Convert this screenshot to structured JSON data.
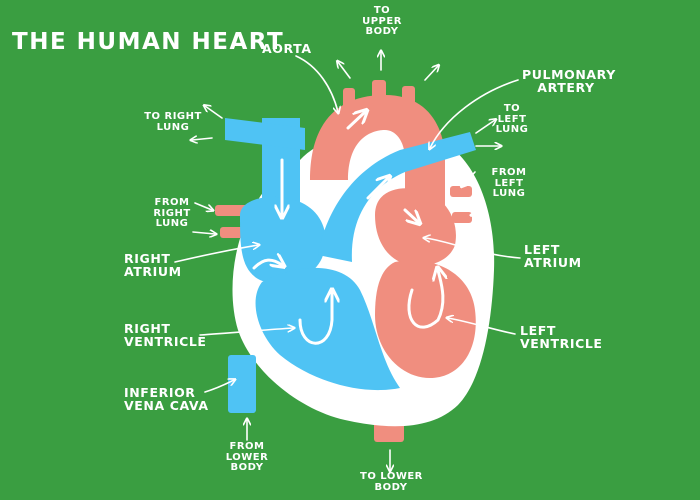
{
  "title": "THE HUMAN HEART",
  "colors": {
    "background": "#3a9e41",
    "deoxygenated_blood": "#4fc3f4",
    "oxygenated_blood": "#f08e7f",
    "heart_wall": "#ffffff",
    "label_text": "#ffffff"
  },
  "labels": {
    "to_upper_body": [
      "TO",
      "UPPER",
      "BODY"
    ],
    "aorta": "AORTA",
    "pulmonary_artery": [
      "PULMONARY",
      "ARTERY"
    ],
    "to_right_lung": [
      "TO RIGHT",
      "LUNG"
    ],
    "to_left_lung": [
      "TO",
      "LEFT",
      "LUNG"
    ],
    "from_right_lung": [
      "FROM",
      "RIGHT",
      "LUNG"
    ],
    "from_left_lung": [
      "FROM",
      "LEFT",
      "LUNG"
    ],
    "right_atrium": [
      "RIGHT",
      "ATRIUM"
    ],
    "left_atrium": [
      "LEFT",
      "ATRIUM"
    ],
    "right_ventricle": [
      "RIGHT",
      "VENTRICLE"
    ],
    "left_ventricle": [
      "LEFT",
      "VENTRICLE"
    ],
    "inferior_vena_cava": [
      "INFERIOR",
      "VENA CAVA"
    ],
    "from_lower_body": [
      "FROM",
      "LOWER",
      "BODY"
    ],
    "to_lower_body": [
      "TO LOWER",
      "BODY"
    ]
  }
}
